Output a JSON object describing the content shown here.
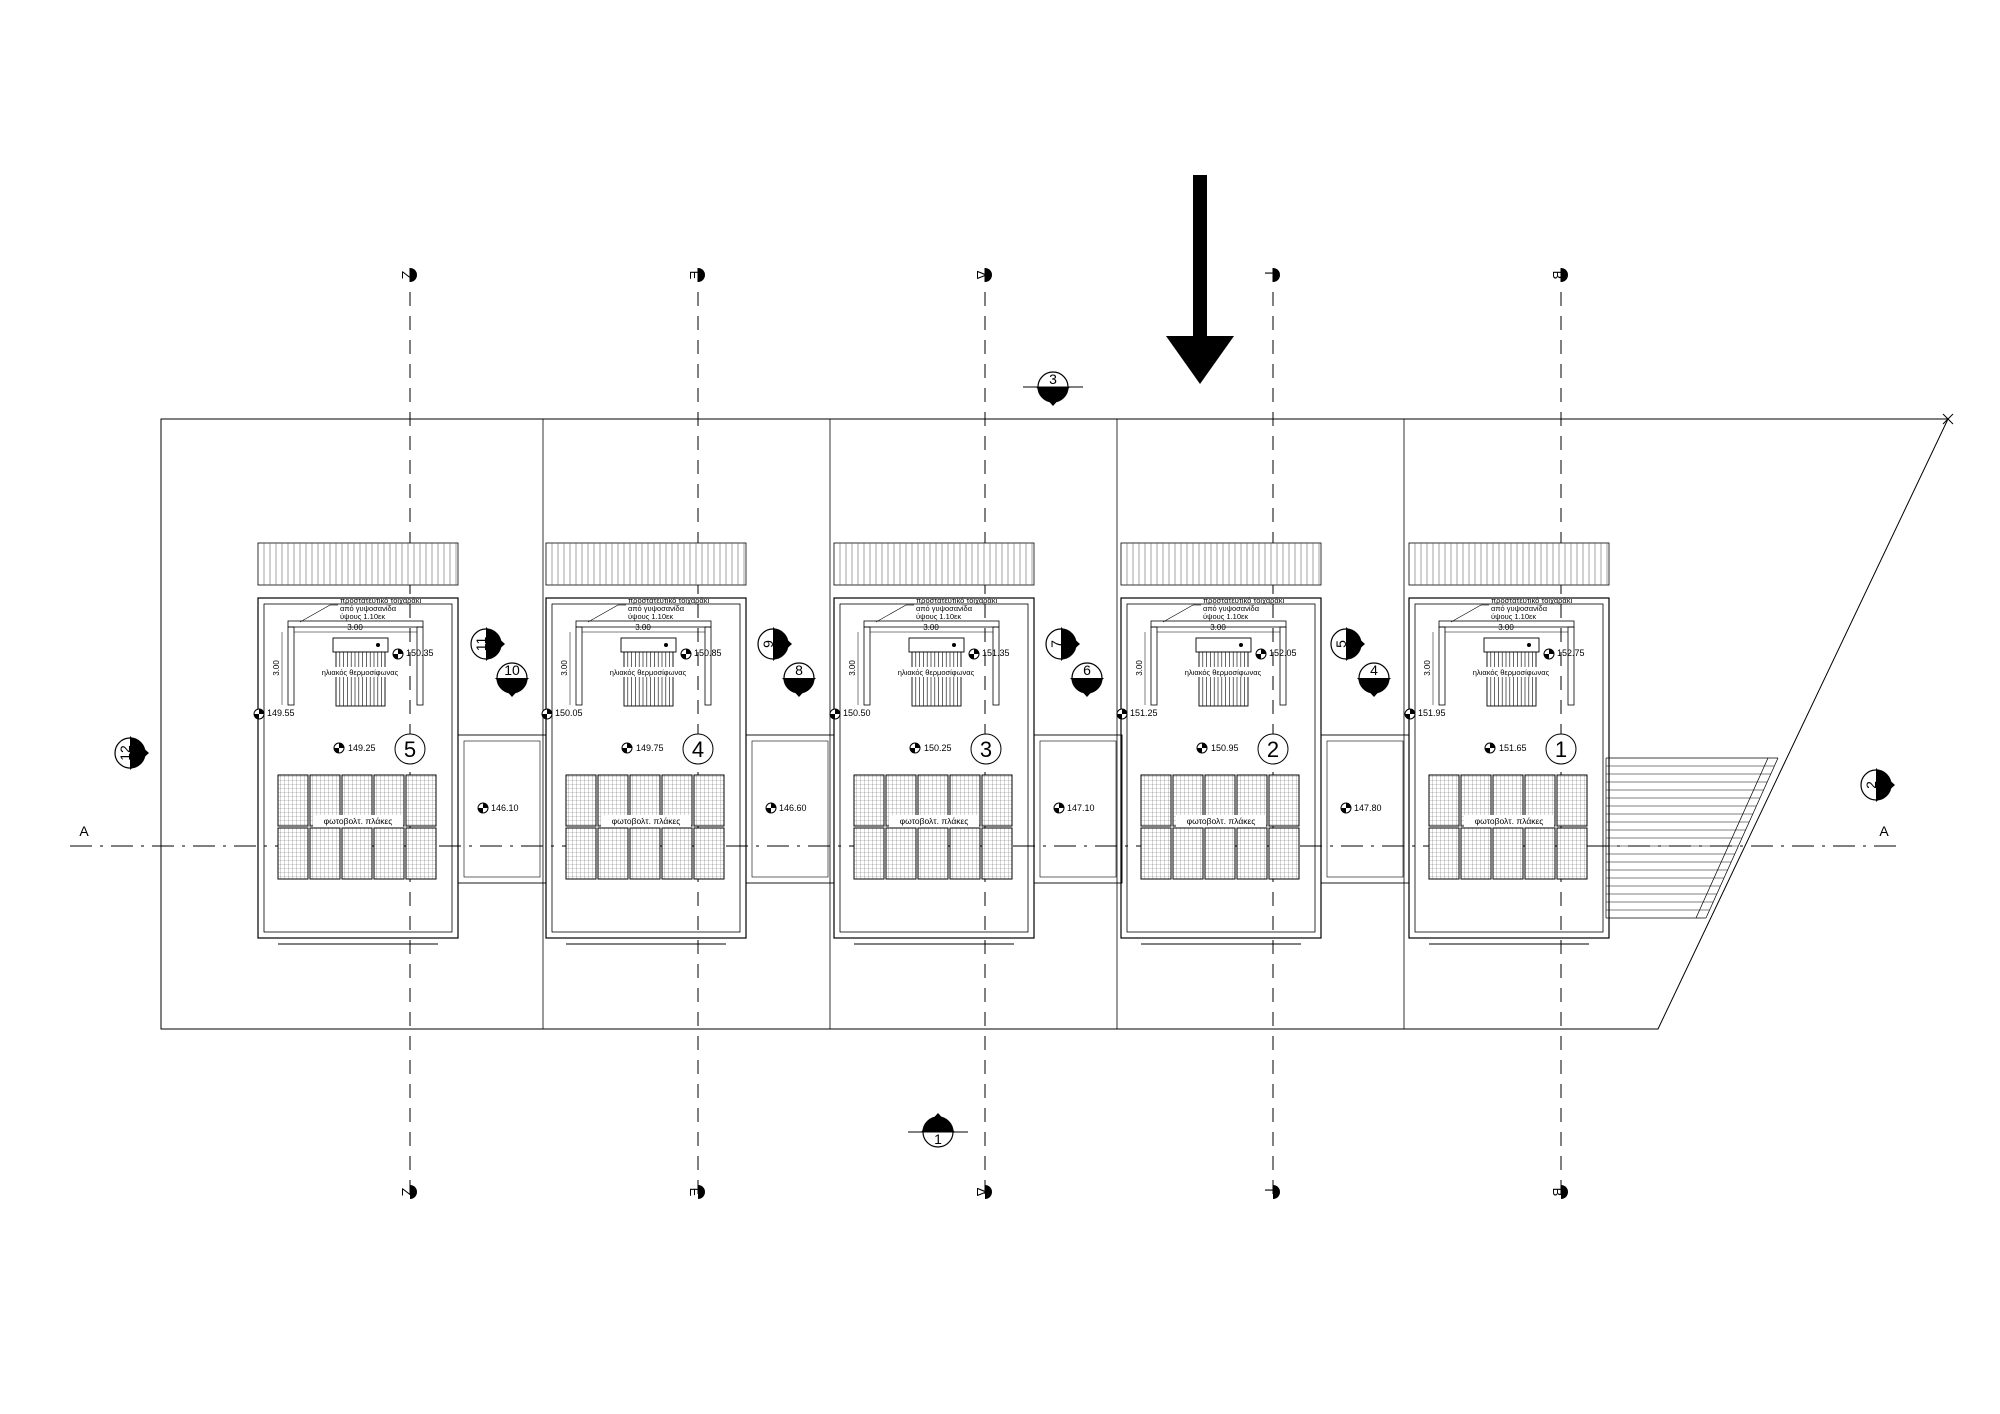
{
  "section_cut": {
    "left_label": "A",
    "right_label": "A"
  },
  "grid_lines": [
    {
      "top": "Z",
      "bottom": "Z"
    },
    {
      "top": "E",
      "bottom": "E"
    },
    {
      "top": "Δ",
      "bottom": "Δ"
    },
    {
      "top": "Γ",
      "bottom": "Γ"
    },
    {
      "top": "B",
      "bottom": "B"
    }
  ],
  "view_markers": [
    {
      "number": "1"
    },
    {
      "number": "2"
    },
    {
      "number": "3"
    },
    {
      "number": "4"
    },
    {
      "number": "5"
    },
    {
      "number": "6"
    },
    {
      "number": "7"
    },
    {
      "number": "8"
    },
    {
      "number": "9"
    },
    {
      "number": "10"
    },
    {
      "number": "11"
    },
    {
      "number": "12"
    }
  ],
  "units": [
    {
      "number": "5",
      "roof_level": "149.25",
      "terrace_level": "150.35",
      "edge_level": "149.55",
      "yard_level": "146.10"
    },
    {
      "number": "4",
      "roof_level": "149.75",
      "terrace_level": "150.85",
      "edge_level": "150.05",
      "yard_level": "146.60"
    },
    {
      "number": "3",
      "roof_level": "150.25",
      "terrace_level": "151.35",
      "edge_level": "150.50",
      "yard_level": "147.10"
    },
    {
      "number": "2",
      "roof_level": "150.95",
      "terrace_level": "152.05",
      "edge_level": "151.25",
      "yard_level": "147.80"
    },
    {
      "number": "1",
      "roof_level": "151.65",
      "terrace_level": "152.75",
      "edge_level": "151.95",
      "yard_level": ""
    }
  ],
  "labels": {
    "wall_note_1": "προστατευτικό τοιχαράκι",
    "wall_note_2": "από γυψοσανίδα",
    "wall_note_3": "ύψους 1.10εκ",
    "dim_width": "3.00",
    "dim_height": "3.00",
    "solar_heater": "ηλιακός θερμοσίφωνας",
    "pv_panels": "φωτοβολτ. πλάκες"
  }
}
